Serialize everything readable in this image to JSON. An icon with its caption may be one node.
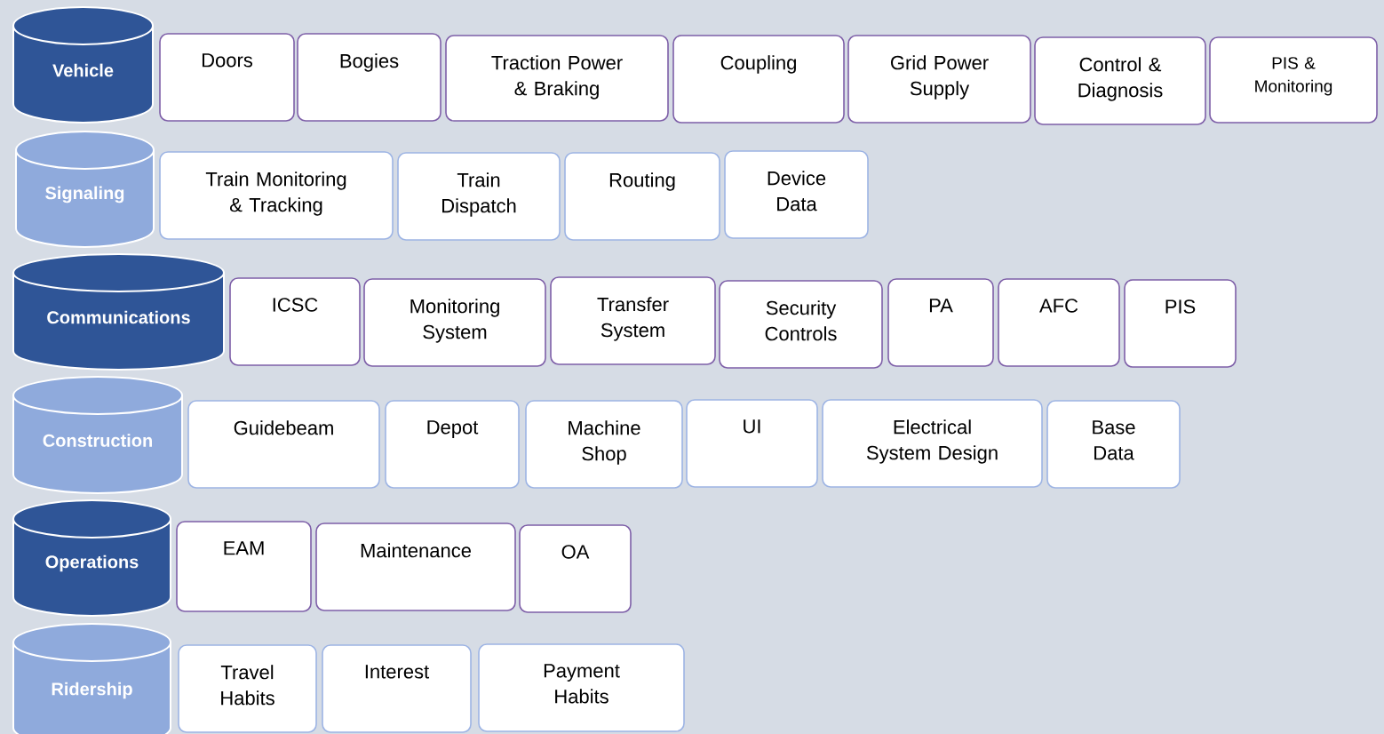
{
  "diagram": {
    "nodes": [
      {
        "text": [
          "Vehicle"
        ]
      },
      {
        "text": [
          "Doors"
        ]
      },
      {
        "text": [
          "Bogies"
        ]
      },
      {
        "text": [
          "Traction Power & Braking"
        ]
      },
      {
        "text": [
          "Coupling"
        ]
      },
      {
        "text": [
          "Grid Power Supply"
        ]
      },
      {
        "text": [
          "Control & Diagnosis"
        ]
      },
      {
        "text": [
          "PIS & Monitoring"
        ]
      },
      {
        "text": [
          "Signaling"
        ]
      },
      {
        "text": [
          "Train Monitoring & Tracking"
        ]
      },
      {
        "text": [
          "Train Dispatch"
        ]
      },
      {
        "text": [
          "Routing"
        ]
      },
      {
        "text": [
          "Device Data"
        ]
      },
      {
        "text": [
          "Communications"
        ]
      },
      {
        "text": [
          "ICSC"
        ]
      },
      {
        "text": [
          "Monitoring System"
        ]
      },
      {
        "text": [
          "Transfer System"
        ]
      },
      {
        "text": [
          "Security Controls"
        ]
      },
      {
        "text": [
          "PA"
        ]
      },
      {
        "text": [
          "AFC"
        ]
      },
      {
        "text": [
          "PIS"
        ]
      },
      {
        "text": [
          "Construction"
        ]
      },
      {
        "text": [
          "Guidebeam"
        ]
      },
      {
        "text": [
          "Depot"
        ]
      },
      {
        "text": [
          "Machine Shop"
        ]
      },
      {
        "text": [
          "UI"
        ]
      },
      {
        "text": [
          "Electrical System Design"
        ]
      },
      {
        "text": [
          "Base Data"
        ]
      },
      {
        "text": [
          "Operations"
        ]
      },
      {
        "text": [
          "EAM"
        ]
      },
      {
        "text": [
          "Maintenance"
        ]
      },
      {
        "text": [
          "OA"
        ]
      },
      {
        "text": [
          "Ridership"
        ]
      },
      {
        "text": [
          "Travel Habits"
        ]
      },
      {
        "text": [
          "Interest"
        ]
      },
      {
        "text": [
          "Payment Habits"
        ]
      }
    ]
  }
}
